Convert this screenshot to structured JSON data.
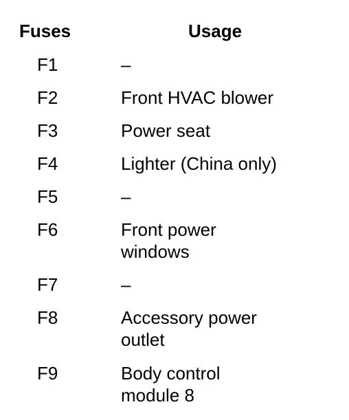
{
  "table": {
    "header_fuses": "Fuses",
    "header_usage": "Usage",
    "rows": [
      {
        "fuse": "F1",
        "usage": "–"
      },
      {
        "fuse": "F2",
        "usage": "Front HVAC blower"
      },
      {
        "fuse": "F3",
        "usage": "Power seat"
      },
      {
        "fuse": "F4",
        "usage": "Lighter (China only)"
      },
      {
        "fuse": "F5",
        "usage": "–"
      },
      {
        "fuse": "F6",
        "usage": "Front power\nwindows"
      },
      {
        "fuse": "F7",
        "usage": "–"
      },
      {
        "fuse": "F8",
        "usage": "Accessory power\noutlet"
      },
      {
        "fuse": "F9",
        "usage": "Body control\nmodule 8"
      }
    ]
  }
}
